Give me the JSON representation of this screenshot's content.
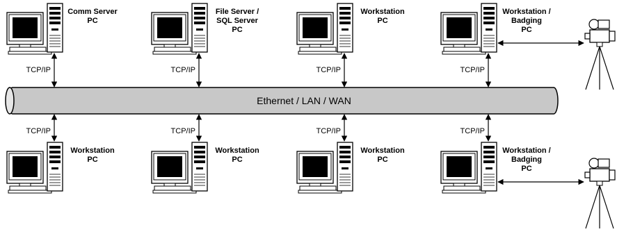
{
  "network": {
    "bus_label": "Ethernet / LAN / WAN",
    "bus_color": "#c8c8c8"
  },
  "top_nodes": [
    {
      "name_lines": [
        "Comm Server",
        "PC"
      ],
      "protocol": "TCP/IP",
      "camera": false
    },
    {
      "name_lines": [
        "File Server /",
        "SQL Server",
        "PC"
      ],
      "protocol": "TCP/IP",
      "camera": false
    },
    {
      "name_lines": [
        "Workstation",
        "PC"
      ],
      "protocol": "TCP/IP",
      "camera": false
    },
    {
      "name_lines": [
        "Workstation /",
        "Badging",
        "PC"
      ],
      "protocol": "TCP/IP",
      "camera": true
    }
  ],
  "bottom_nodes": [
    {
      "name_lines": [
        "Workstation",
        "PC"
      ],
      "protocol": "TCP/IP",
      "camera": false
    },
    {
      "name_lines": [
        "Workstation",
        "PC"
      ],
      "protocol": "TCP/IP",
      "camera": false
    },
    {
      "name_lines": [
        "Workstation",
        "PC"
      ],
      "protocol": "TCP/IP",
      "camera": false
    },
    {
      "name_lines": [
        "Workstation /",
        "Badging",
        "PC"
      ],
      "protocol": "TCP/IP",
      "camera": true
    }
  ],
  "icons": {
    "computer": "desktop-computer-icon",
    "camera": "camera-on-tripod-icon"
  }
}
